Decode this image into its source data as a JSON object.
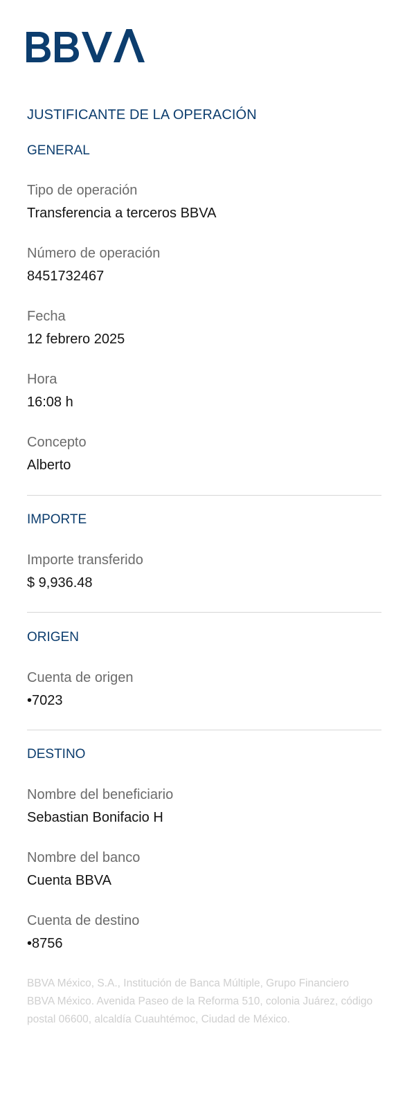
{
  "brand": {
    "logo_text": "BBVA",
    "color": "#0c3d6e"
  },
  "document": {
    "title": "JUSTIFICANTE DE LA OPERACIÓN"
  },
  "sections": {
    "general": {
      "title": "GENERAL",
      "fields": [
        {
          "label": "Tipo de operación",
          "value": "Transferencia a terceros BBVA"
        },
        {
          "label": "Número de operación",
          "value": "8451732467"
        },
        {
          "label": "Fecha",
          "value": "12 febrero 2025"
        },
        {
          "label": "Hora",
          "value": "16:08 h"
        },
        {
          "label": "Concepto",
          "value": "Alberto"
        }
      ]
    },
    "importe": {
      "title": "IMPORTE",
      "fields": [
        {
          "label": "Importe transferido",
          "value": "$ 9,936.48"
        }
      ]
    },
    "origen": {
      "title": "ORIGEN",
      "fields": [
        {
          "label": "Cuenta de origen",
          "value": "•7023"
        }
      ]
    },
    "destino": {
      "title": "DESTINO",
      "fields": [
        {
          "label": "Nombre del beneficiario",
          "value": "Sebastian Bonifacio H"
        },
        {
          "label": "Nombre del banco",
          "value": "Cuenta BBVA"
        },
        {
          "label": "Cuenta de destino",
          "value": "•8756"
        }
      ]
    }
  },
  "footer": {
    "legal_text": "BBVA México, S.A., Institución de Banca Múltiple, Grupo Financiero BBVA México. Avenida Paseo de la Reforma 510, colonia Juárez, código postal 06600, alcaldía Cuauhtémoc, Ciudad de México."
  }
}
